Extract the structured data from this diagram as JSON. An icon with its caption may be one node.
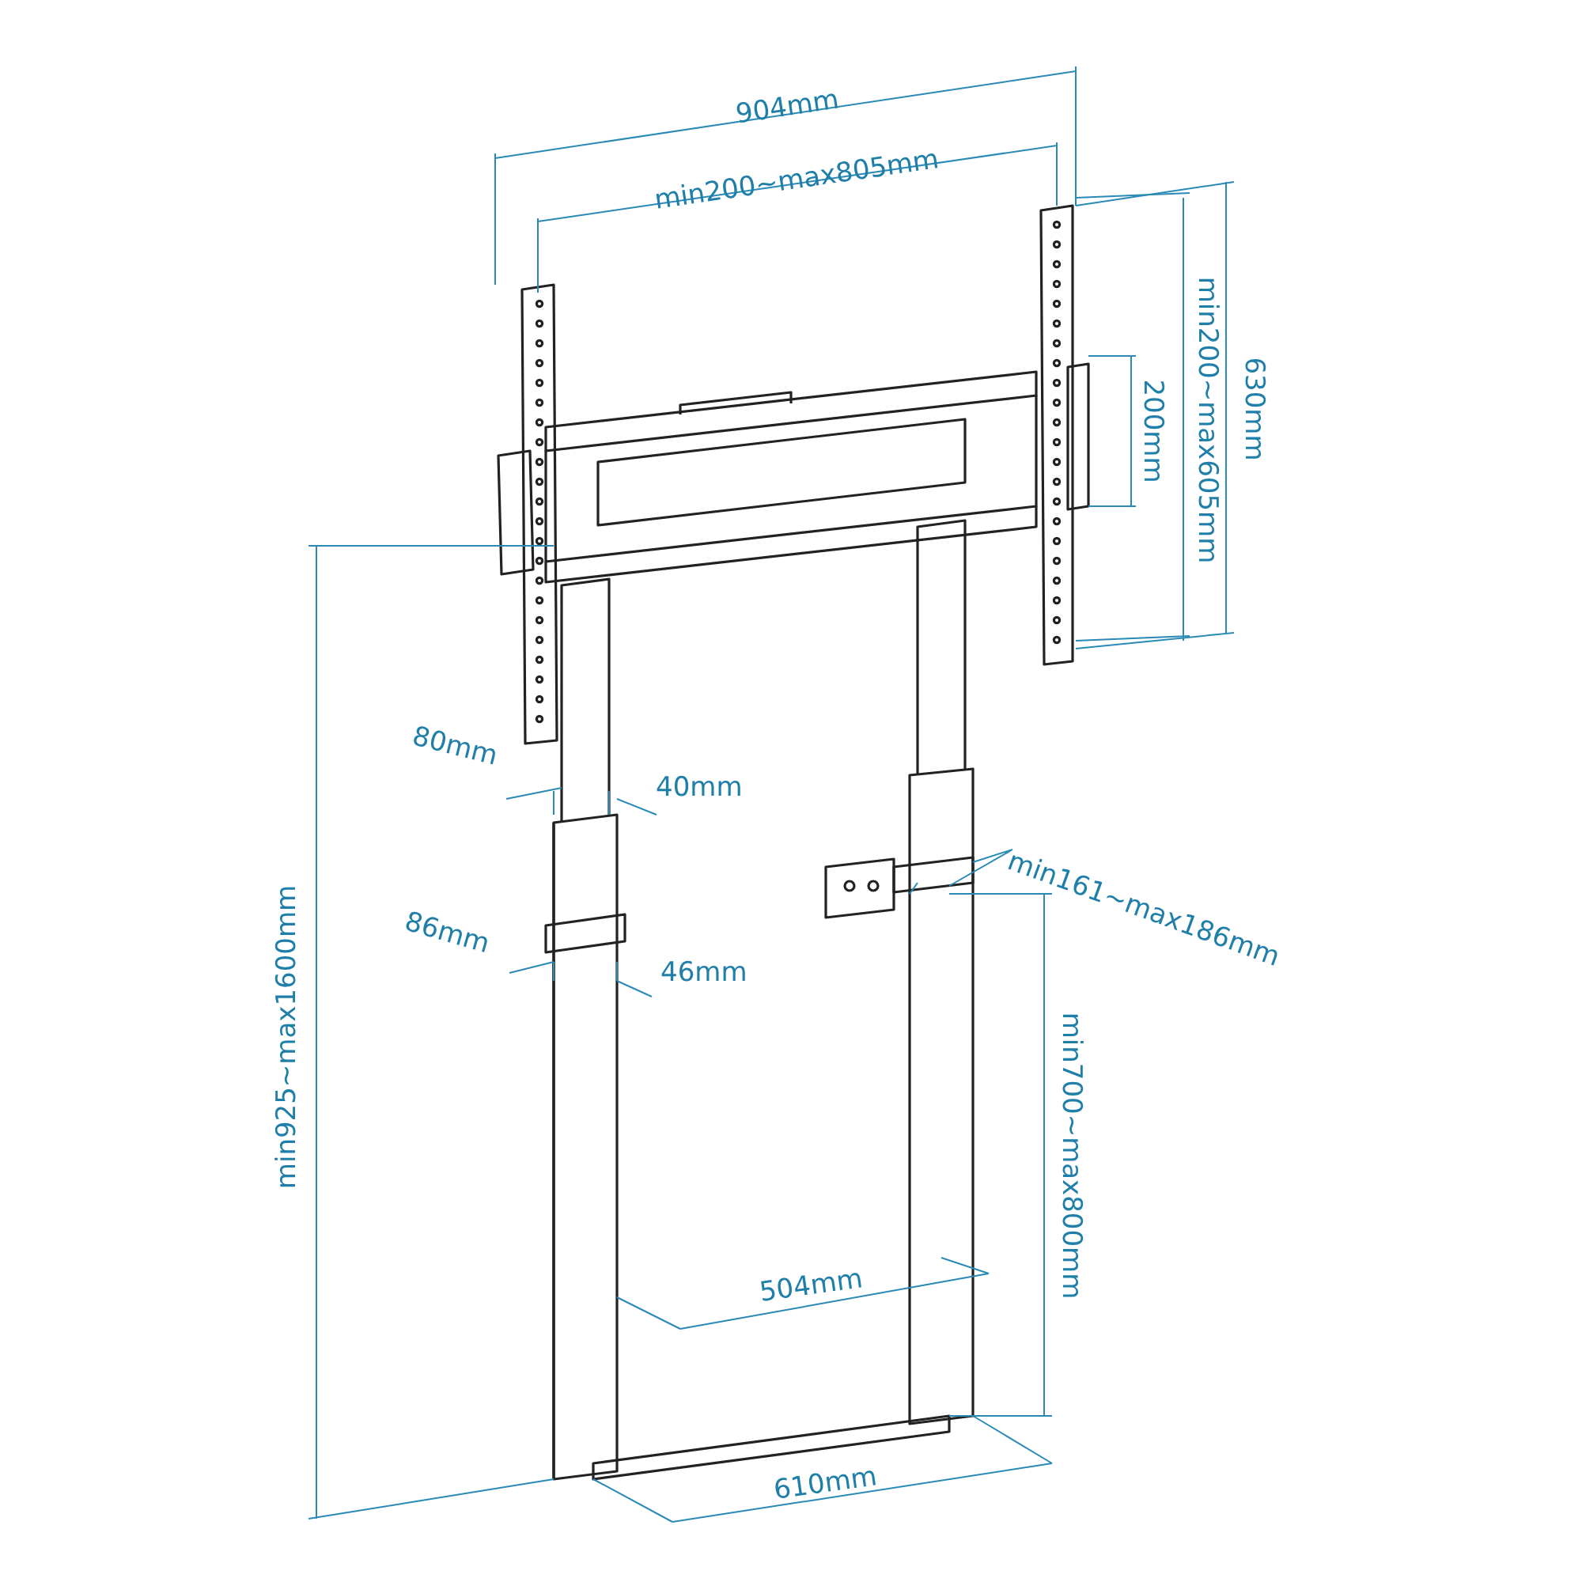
{
  "diagram": {
    "labels": [
      "904mm",
      "min200~max805mm",
      "630mm",
      "min200~max605mm",
      "200mm",
      "80mm",
      "40mm",
      "min161~max186mm",
      "86mm",
      "46mm",
      "min925~max1600mm",
      "min700~max800mm",
      "504mm",
      "610mm"
    ]
  }
}
